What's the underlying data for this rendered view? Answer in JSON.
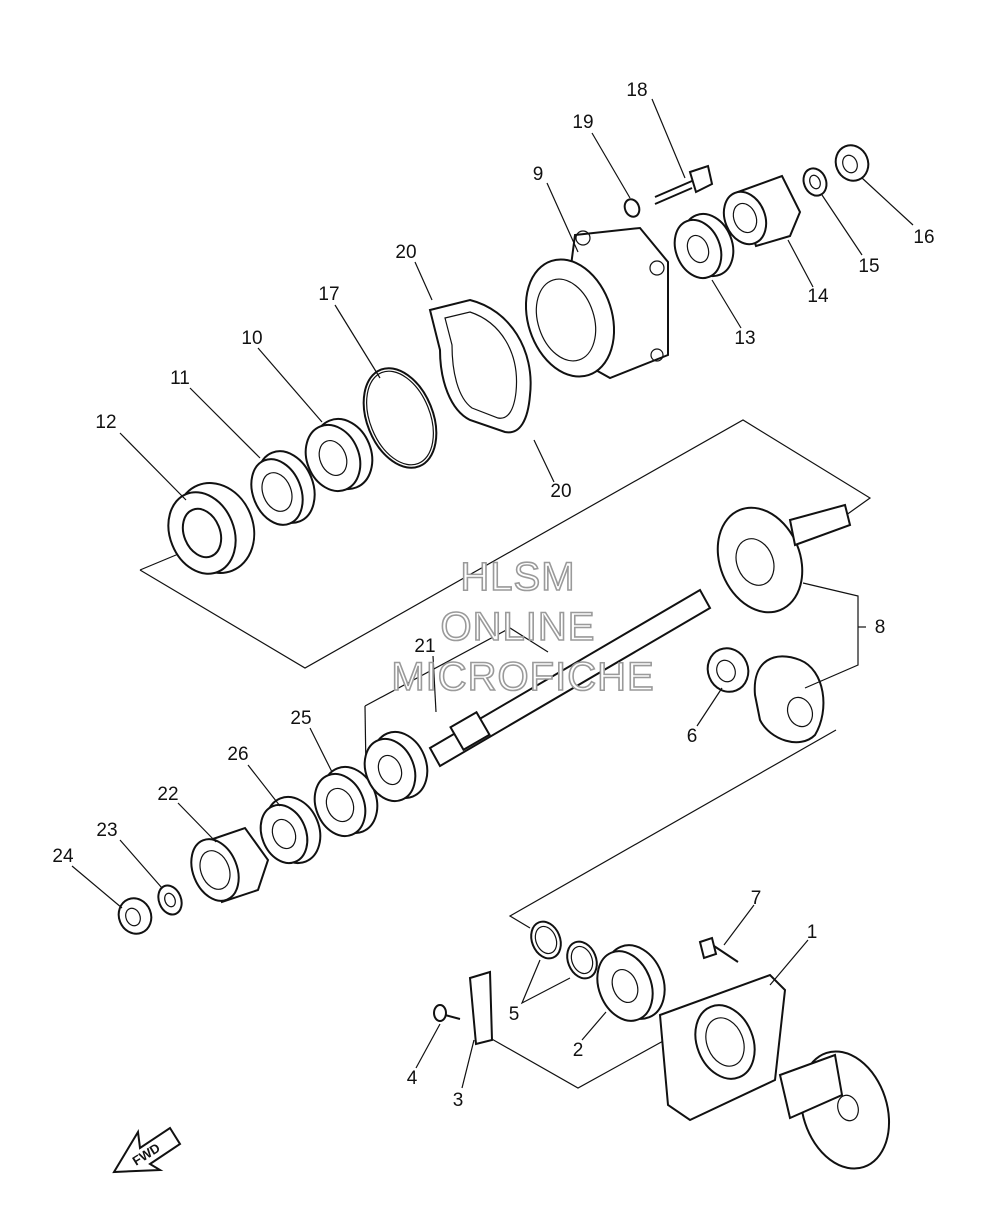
{
  "watermark": {
    "line1": "HLSM",
    "line2": "ONLINE",
    "line3": "MICROFICHE"
  },
  "direction_label": "FWD",
  "parts": [
    {
      "ref": "1"
    },
    {
      "ref": "2"
    },
    {
      "ref": "3"
    },
    {
      "ref": "4"
    },
    {
      "ref": "5"
    },
    {
      "ref": "6"
    },
    {
      "ref": "7"
    },
    {
      "ref": "8"
    },
    {
      "ref": "9"
    },
    {
      "ref": "10"
    },
    {
      "ref": "11"
    },
    {
      "ref": "12"
    },
    {
      "ref": "13"
    },
    {
      "ref": "14"
    },
    {
      "ref": "15"
    },
    {
      "ref": "16"
    },
    {
      "ref": "17"
    },
    {
      "ref": "18"
    },
    {
      "ref": "19"
    },
    {
      "ref": "20"
    },
    {
      "ref": "20"
    },
    {
      "ref": "21"
    },
    {
      "ref": "22"
    },
    {
      "ref": "23"
    },
    {
      "ref": "24"
    },
    {
      "ref": "25"
    },
    {
      "ref": "26"
    }
  ]
}
